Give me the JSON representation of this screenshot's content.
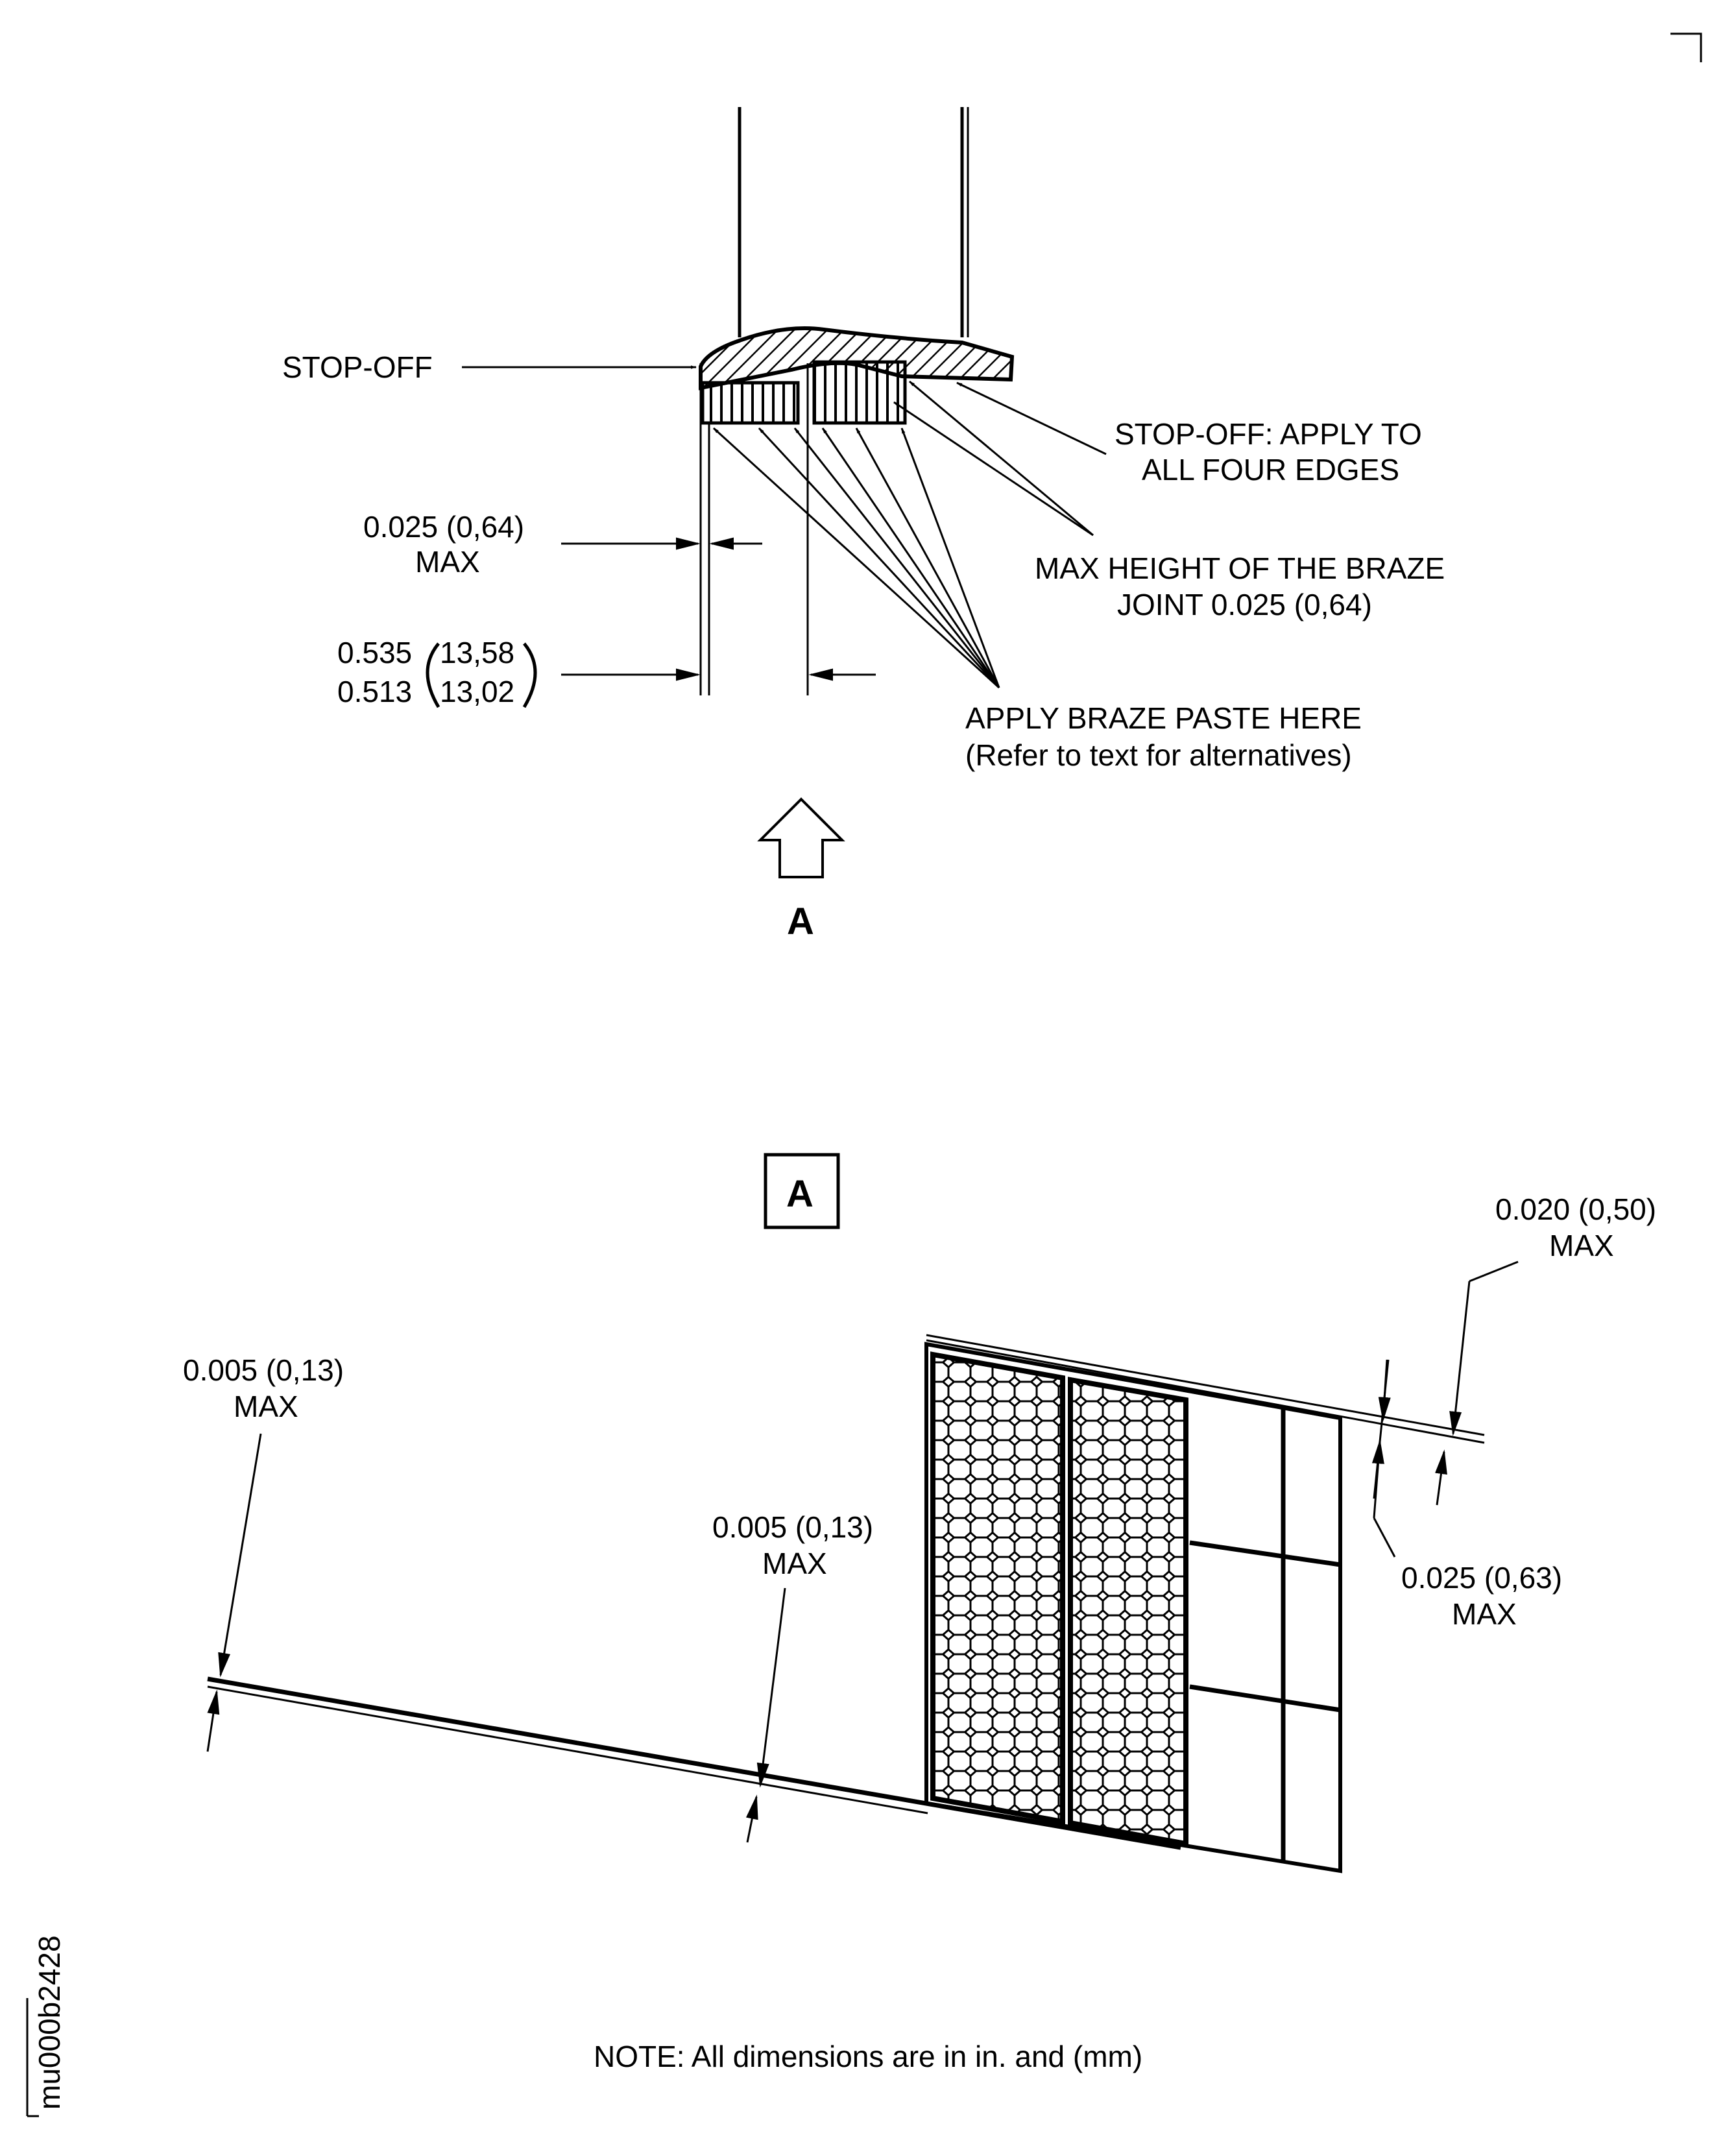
{
  "detail_section": {
    "stop_off_label": "STOP-OFF",
    "stop_off_edges_label": [
      "STOP-OFF: APPLY TO",
      "ALL FOUR EDGES"
    ],
    "max_height_label": [
      "MAX HEIGHT OF THE BRAZE",
      "JOINT 0.025 (0,64)"
    ],
    "braze_paste_label": [
      "APPLY BRAZE PASTE HERE",
      "(Refer to text for alternatives)"
    ],
    "gap_dimension": [
      "0.025 (0,64)",
      "MAX"
    ],
    "width_dimension": {
      "upper_in": "0.535",
      "upper_mm": "13,58",
      "lower_in": "0.513",
      "lower_mm": "13,02"
    },
    "view_arrow_letter": "A"
  },
  "view_a": {
    "title": "A",
    "dim_left": [
      "0.005 (0,13)",
      "MAX"
    ],
    "dim_middle": [
      "0.005 (0,13)",
      "MAX"
    ],
    "dim_top_right": [
      "0.020 (0,50)",
      "MAX"
    ],
    "dim_right": [
      "0.025 (0,63)",
      "MAX"
    ]
  },
  "note": "NOTE: All dimensions are in in. and (mm)",
  "figure_id": "mu000b2428"
}
